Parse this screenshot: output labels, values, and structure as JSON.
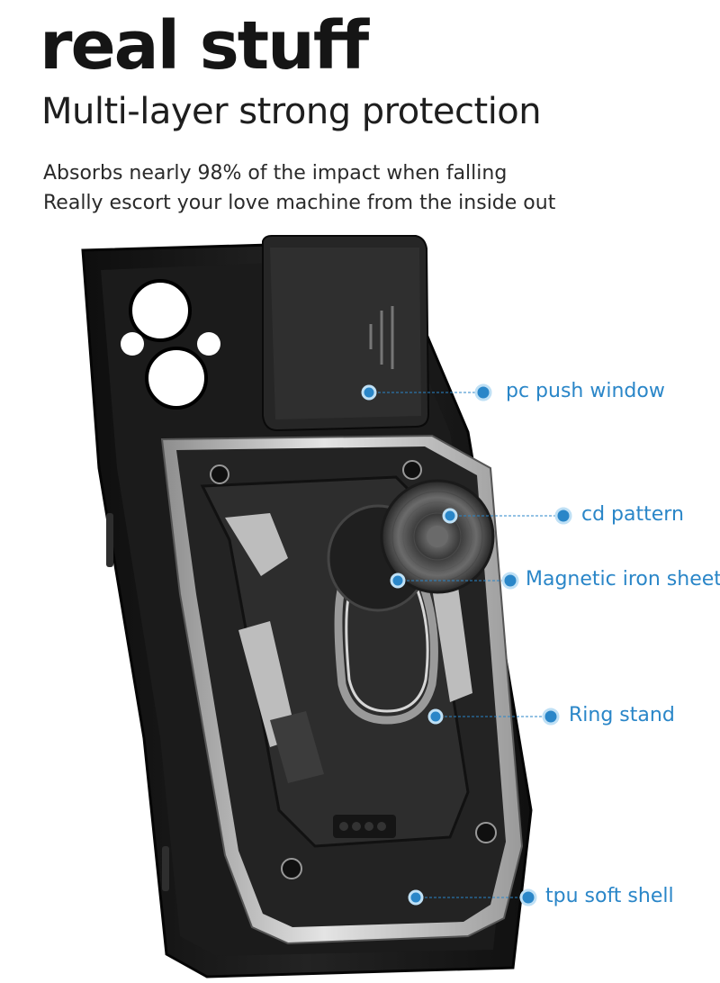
{
  "header": {
    "title": "real stuff",
    "subtitle": "Multi-layer strong protection",
    "lines": [
      "Absorbs nearly 98% of the impact when falling",
      "Really escort your love machine from the inside out"
    ]
  },
  "callouts": [
    {
      "label": "pc push window"
    },
    {
      "label": "cd pattern"
    },
    {
      "label": "Magnetic iron sheet"
    },
    {
      "label": "Ring stand"
    },
    {
      "label": "tpu soft shell"
    }
  ],
  "colors": {
    "callout": "#2a86c8",
    "case": "#1a1a1a",
    "armor": "#2b2b2b",
    "silver": "#c9c9c9"
  }
}
